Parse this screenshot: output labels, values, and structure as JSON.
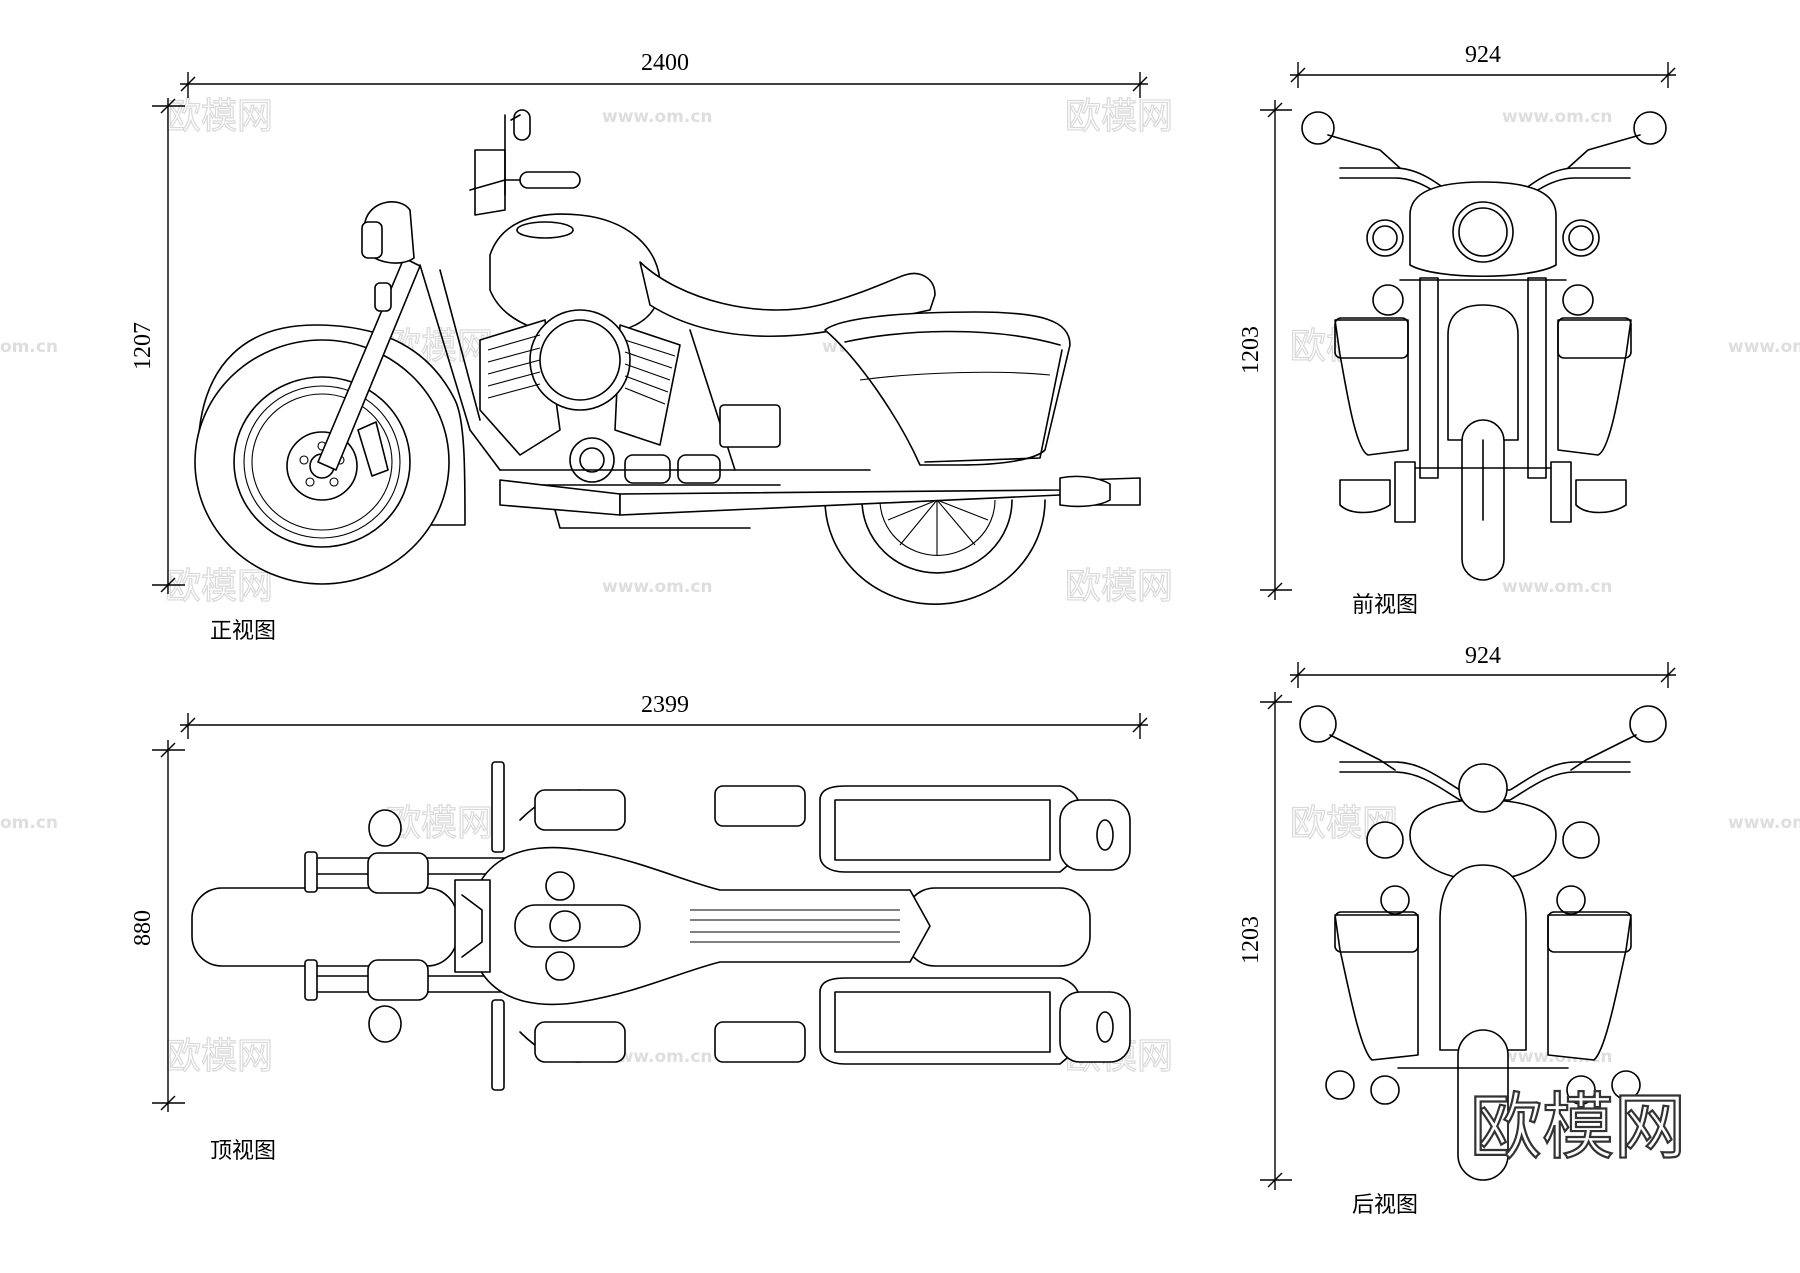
{
  "views": {
    "side": {
      "label": "正视图",
      "width_dim": "2400",
      "height_dim": "1207"
    },
    "top": {
      "label": "顶视图",
      "width_dim": "2399",
      "height_dim": "880"
    },
    "front": {
      "label": "前视图",
      "width_dim": "924",
      "height_dim": "1203"
    },
    "rear": {
      "label": "后视图",
      "width_dim": "924",
      "height_dim": "1203"
    }
  },
  "watermark": {
    "brand": "欧模网",
    "url": "www.om.cn",
    "url_partial": "om.cn"
  }
}
